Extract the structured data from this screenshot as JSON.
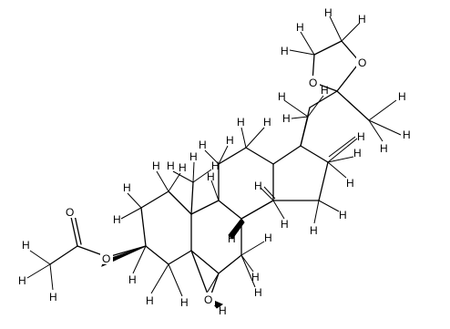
{
  "diagram": {
    "style": {
      "bond_color": "#000000",
      "background": "#ffffff"
    },
    "atom_labels": {
      "O_dioxolane_upper": "O",
      "O_dioxolane_left": "O",
      "O_acetate_carbonyl": "O",
      "O_acetate_ester": "O",
      "O_epoxide": "O",
      "H": "H"
    },
    "hydrogen_count": 40
  }
}
